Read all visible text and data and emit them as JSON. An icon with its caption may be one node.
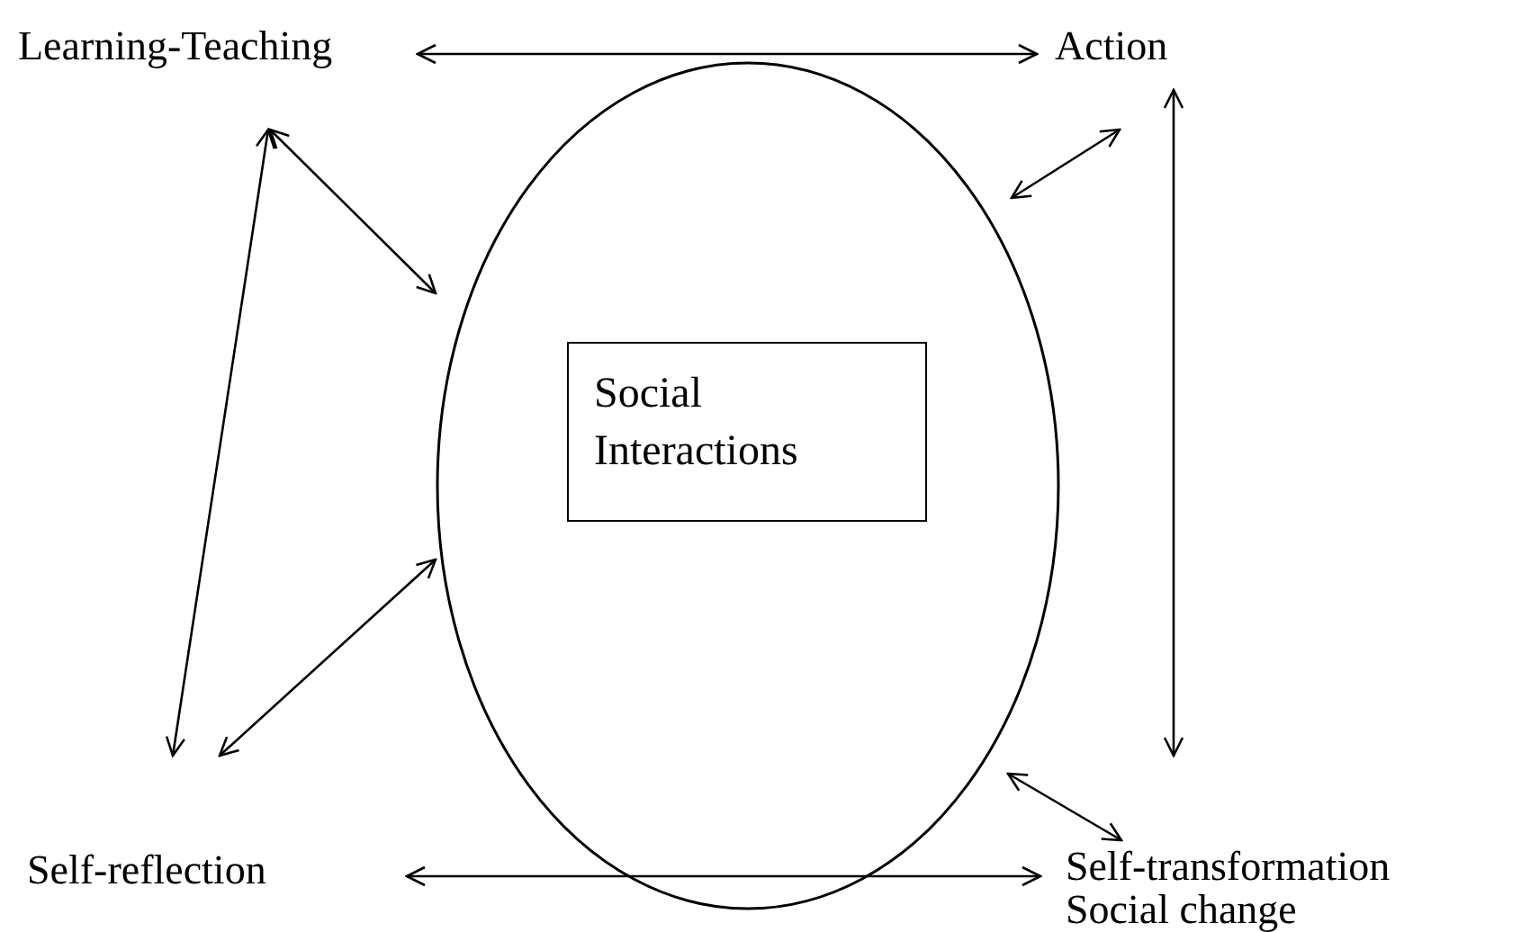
{
  "diagram": {
    "nodes": [
      {
        "text": [
          "Learning-Teaching"
        ]
      },
      {
        "text": [
          "Action"
        ]
      },
      {
        "text": [],
        "shape": "circle"
      },
      {
        "text": [
          "Social Interactions"
        ],
        "in": 2
      },
      {
        "text": [
          "Self-reflection"
        ]
      },
      {
        "text": [
          "Self-transformation",
          "Social change"
        ]
      }
    ],
    "edges": [
      {
        "from": 0,
        "to": 1,
        "arrow": "both"
      },
      {
        "from": 0,
        "to": 2,
        "arrow": "both"
      },
      {
        "from": 0,
        "to": 4,
        "arrow": "both"
      },
      {
        "from": 1,
        "to": 2,
        "arrow": "both"
      },
      {
        "from": 1,
        "to": 5,
        "arrow": "both"
      },
      {
        "from": 4,
        "to": 2,
        "arrow": "both"
      },
      {
        "from": 5,
        "to": 2,
        "arrow": "both"
      },
      {
        "from": 4,
        "to": 5,
        "arrow": "both"
      }
    ]
  }
}
